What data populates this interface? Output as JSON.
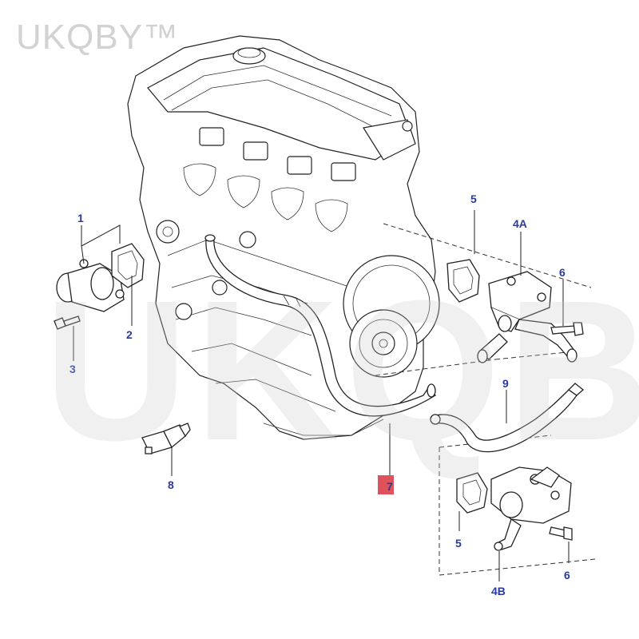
{
  "brand": "UKQBY™",
  "watermark": "UKQBY™",
  "callouts": {
    "c1": "1",
    "c2": "2",
    "c3": "3",
    "c4a": "4A",
    "c4b": "4B",
    "c5_top": "5",
    "c5_bottom": "5",
    "c6_top": "6",
    "c6_bottom": "6",
    "c7": "7",
    "c8": "8",
    "c9": "9"
  },
  "colors": {
    "callout_text": "#2a3a9a",
    "highlight": "#e0525a",
    "watermark": "#c8c8c8"
  }
}
